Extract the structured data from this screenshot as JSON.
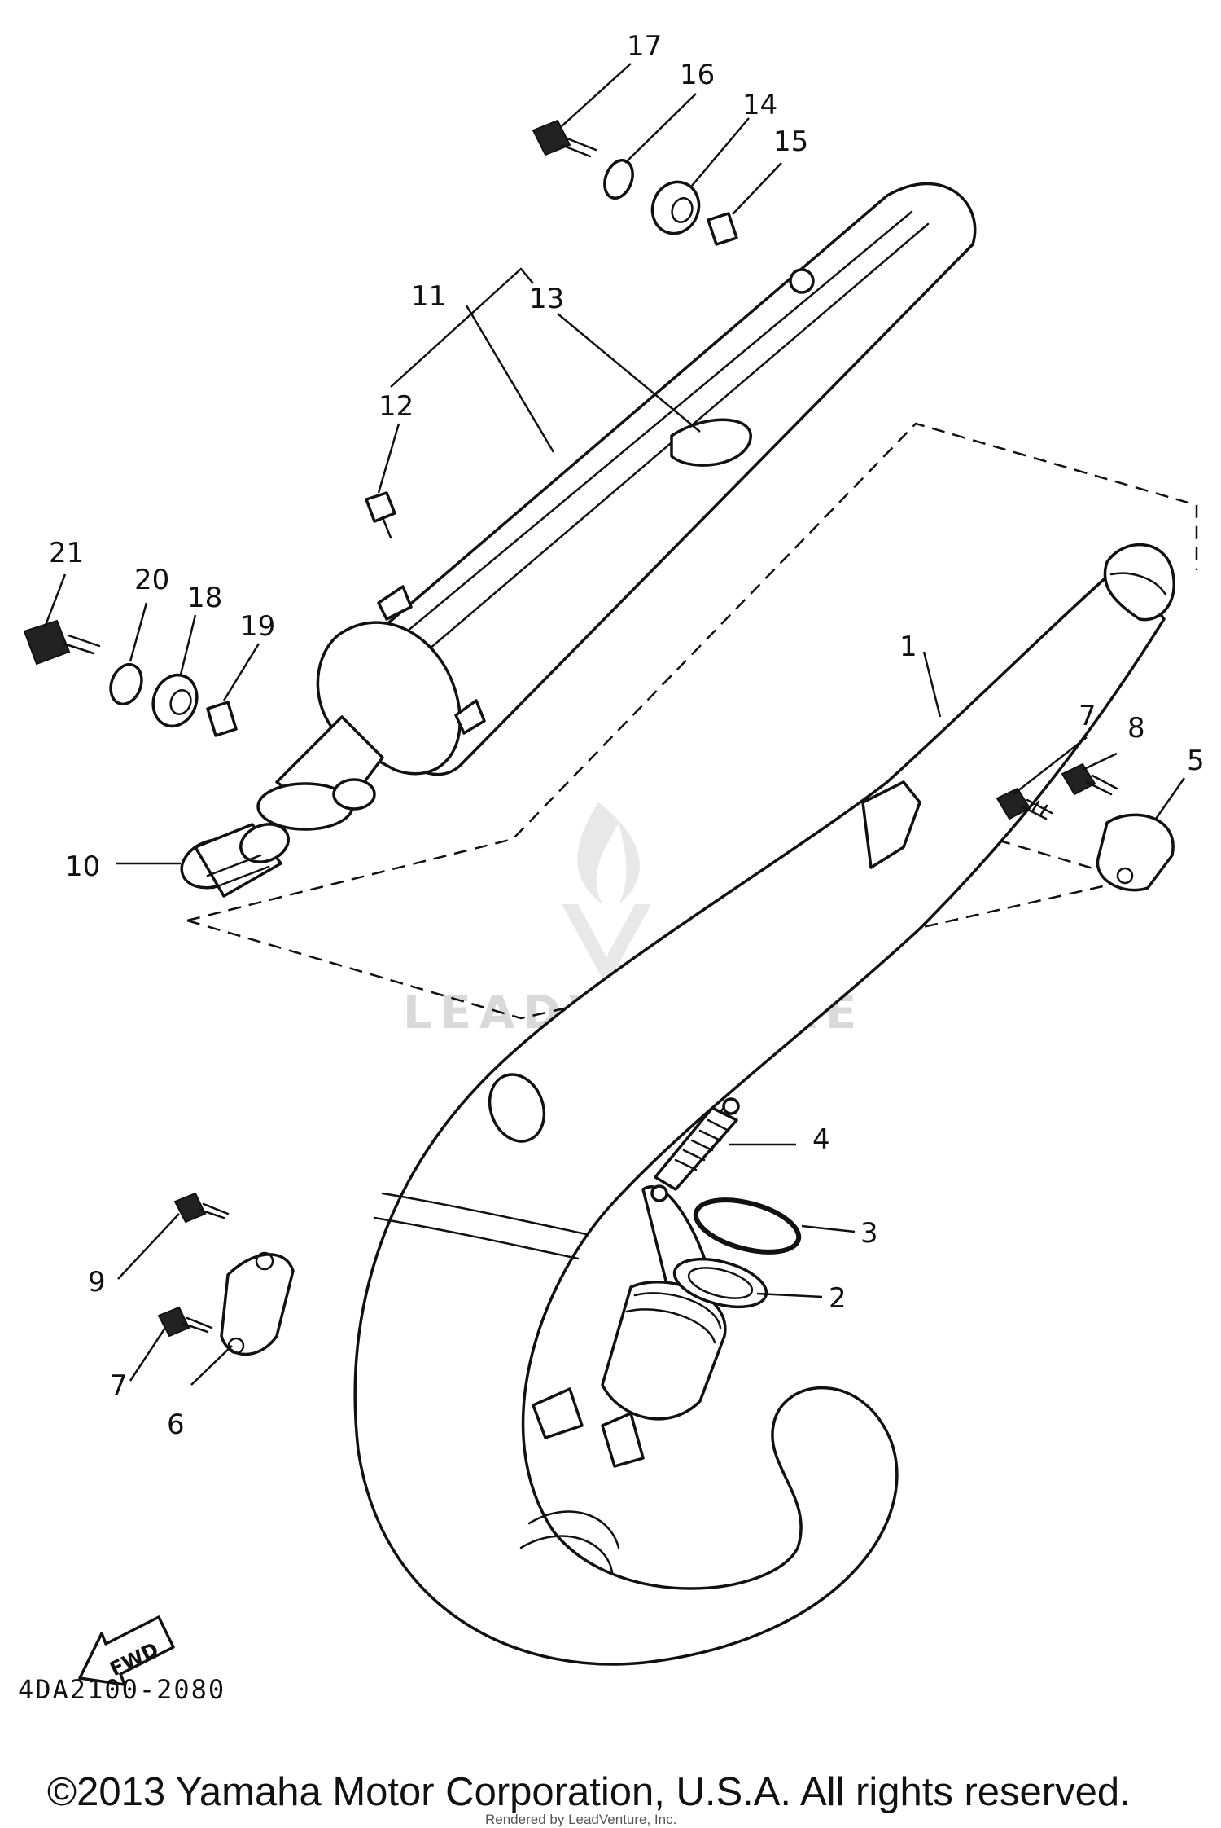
{
  "callouts": [
    "1",
    "2",
    "3",
    "4",
    "5",
    "6",
    "7",
    "7",
    "8",
    "9",
    "10",
    "11",
    "12",
    "13",
    "14",
    "15",
    "16",
    "17",
    "18",
    "19",
    "20",
    "21"
  ],
  "fwd_label": "FWD",
  "watermark": "LEADVENTURE",
  "diagram_code": "4DA2100-2080",
  "copyright": "©2013 Yamaha Motor Corporation, U.S.A. All rights reserved.",
  "rendered_by": "Rendered by LeadVenture, Inc."
}
